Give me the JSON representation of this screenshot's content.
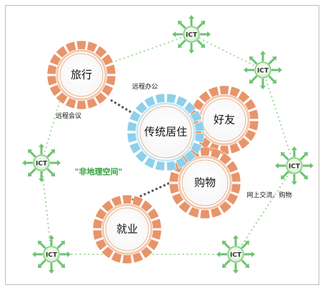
{
  "diagram": {
    "nodes": {
      "travel": "旅行",
      "home": "传统居住",
      "friends": "好友",
      "shopping": "购物",
      "employment": "就业"
    },
    "annotations": {
      "remote_office": "远程办公",
      "remote_meeting": "远程会议",
      "online_shopping": "网上交流、购物",
      "non_geo_space": "\"非地理空间\""
    },
    "ict_label": "ICT",
    "colors": {
      "ring_orange": "#e8946a",
      "ring_inner": "#f3c9ad",
      "ring_blue": "#8ed0ea",
      "ict_green": "#6cc36f",
      "dotted_line": "#9fd79a"
    }
  }
}
